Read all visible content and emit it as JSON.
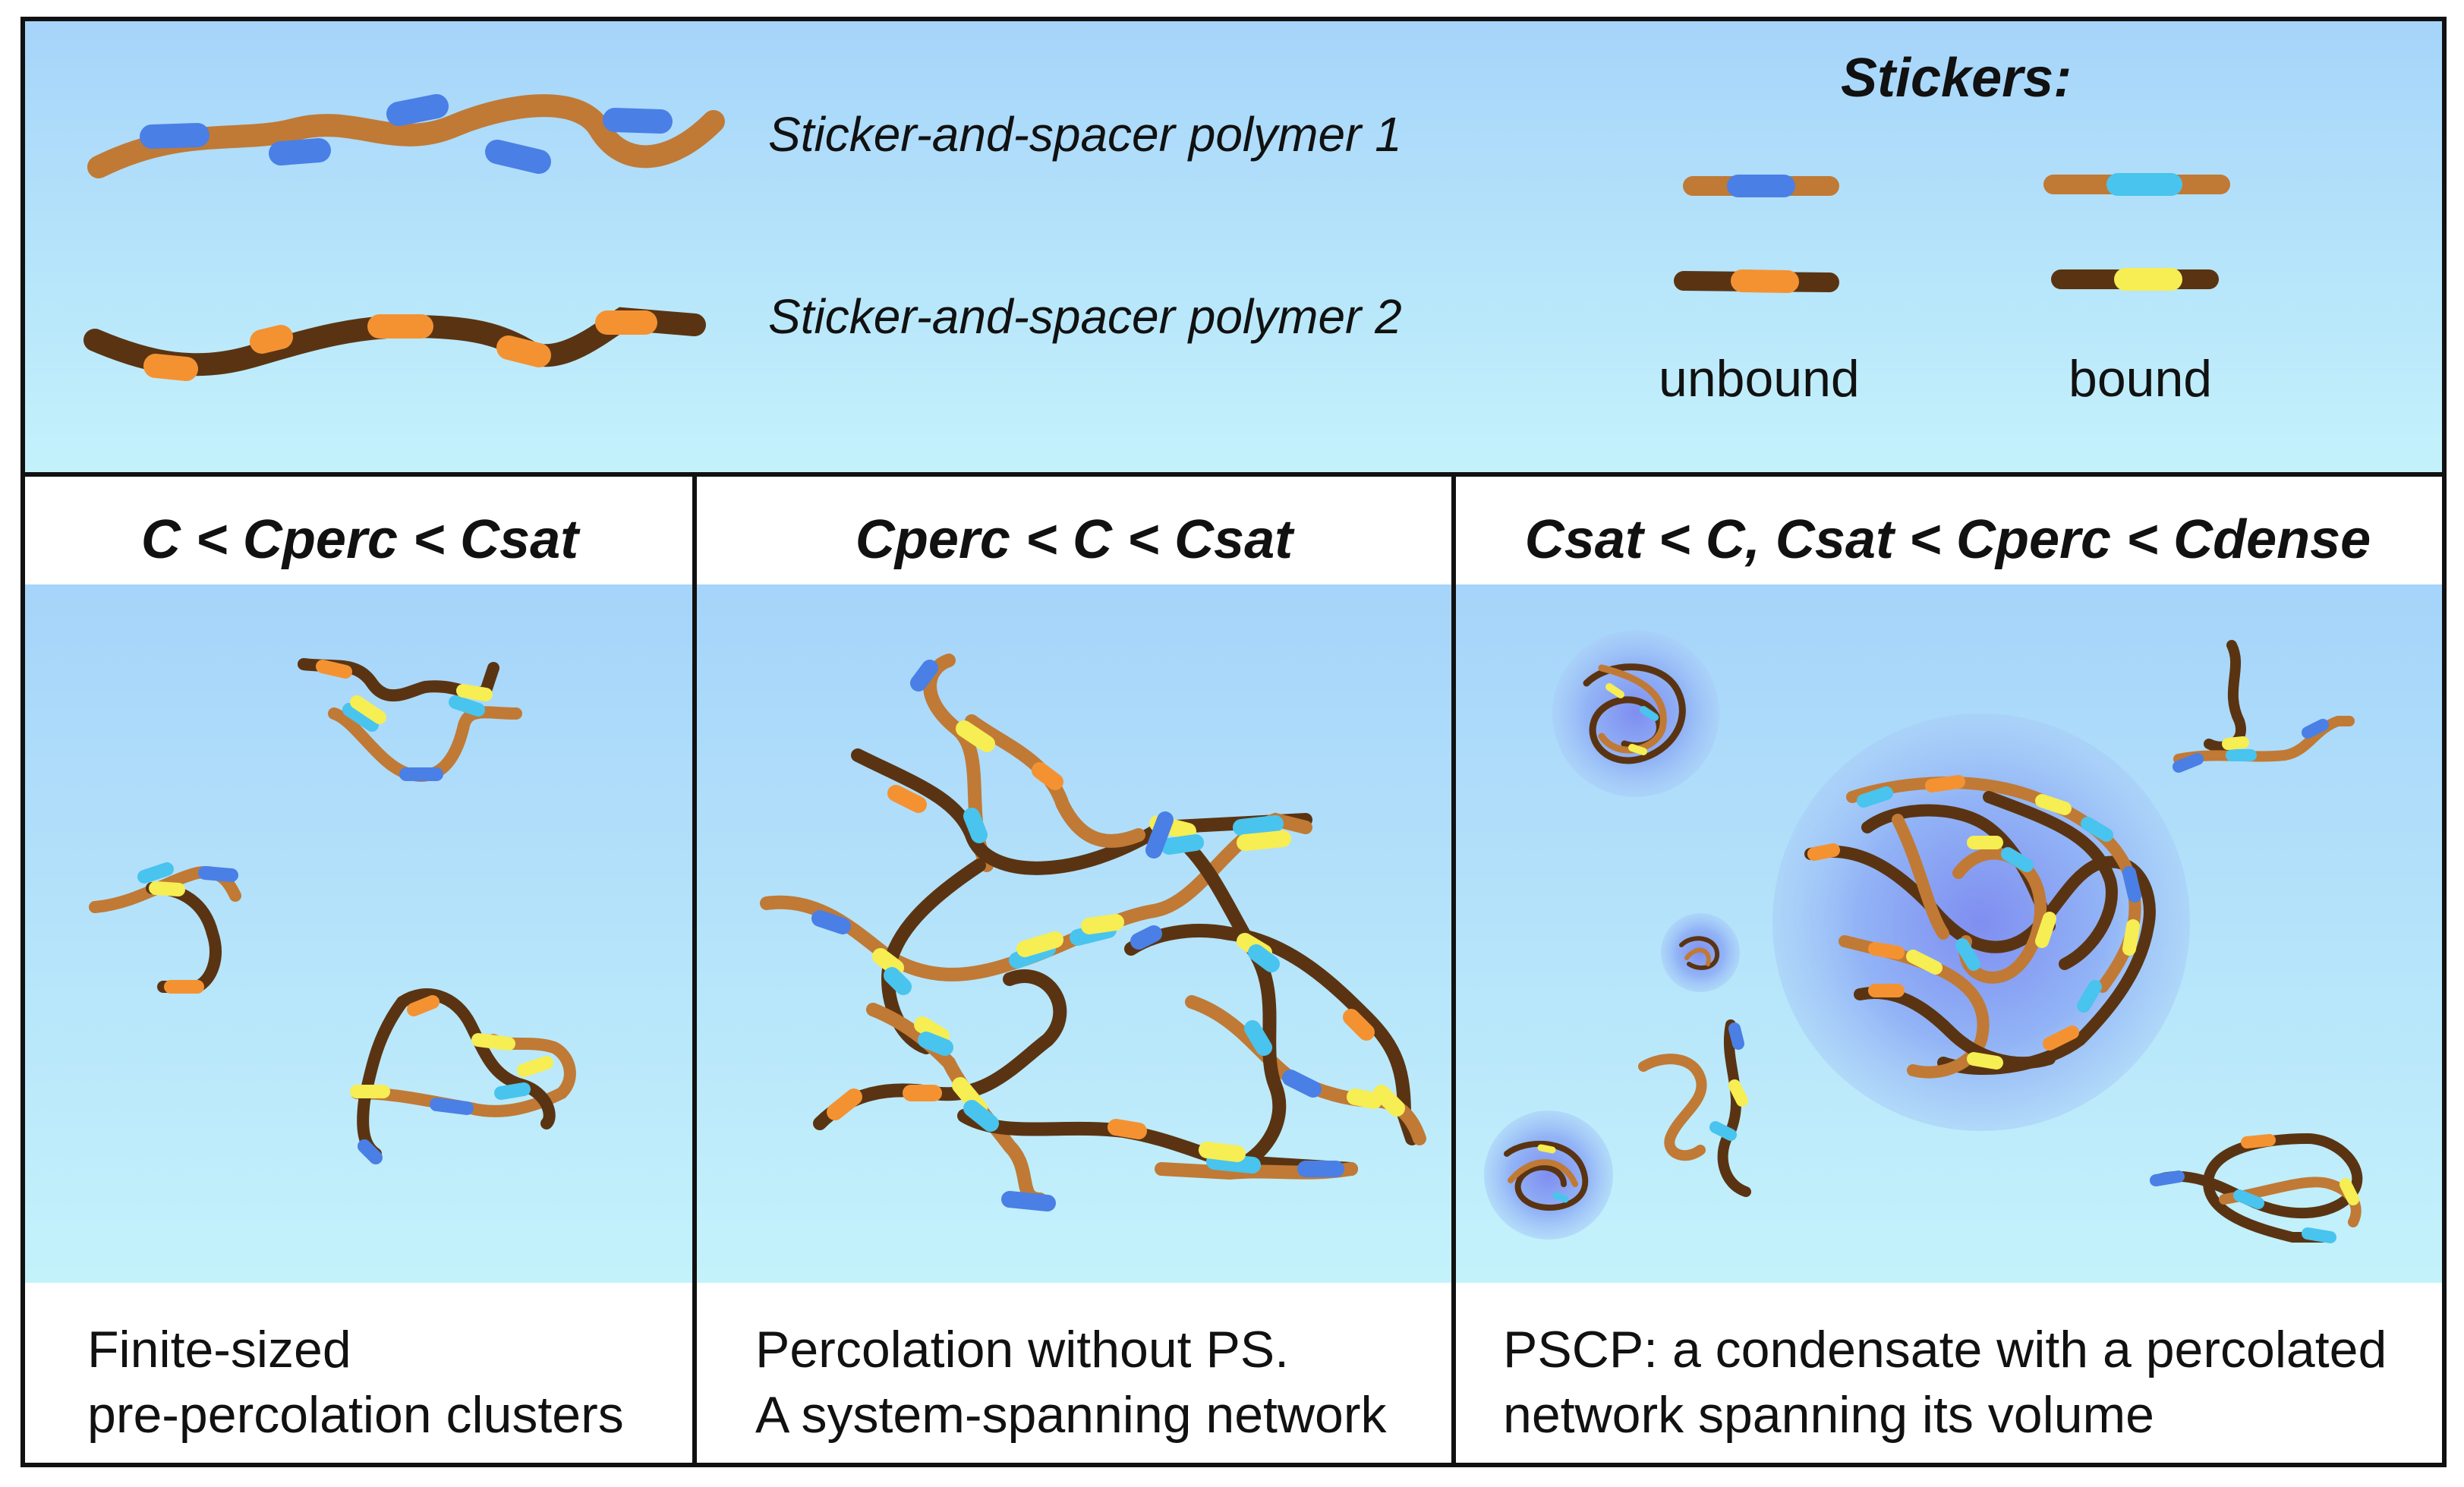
{
  "legend": {
    "polymer1_label": "Sticker-and-spacer polymer 1",
    "polymer2_label": "Sticker-and-spacer polymer 2",
    "stickers_title": "Stickers:",
    "unbound_label": "unbound",
    "bound_label": "bound"
  },
  "panels": [
    {
      "heading": "C < Cperc < Csat",
      "caption_line1": "Finite-sized",
      "caption_line2": "pre-percolation clusters"
    },
    {
      "heading": "Cperc < C < Csat",
      "caption_line1": "Percolation without PS.",
      "caption_line2": "A system-spanning network"
    },
    {
      "heading": "Csat < C, Csat < Cperc < Cdense",
      "caption_line1": "PSCP: a condensate with a percolated",
      "caption_line2": "network spanning its volume"
    }
  ],
  "colors": {
    "spacer_polymer1": "#c07a35",
    "spacer_polymer2": "#5a3412",
    "sticker_unbound_polymer1": "#4a7fe6",
    "sticker_unbound_polymer2": "#f49232",
    "sticker_bound_polymer1": "#48c4ee",
    "sticker_bound_polymer2": "#f6ee52",
    "background_top": "#a6d4fa",
    "background_bottom": "#c4f2fb",
    "condensate": "#8fa8f4",
    "border": "#111111"
  }
}
